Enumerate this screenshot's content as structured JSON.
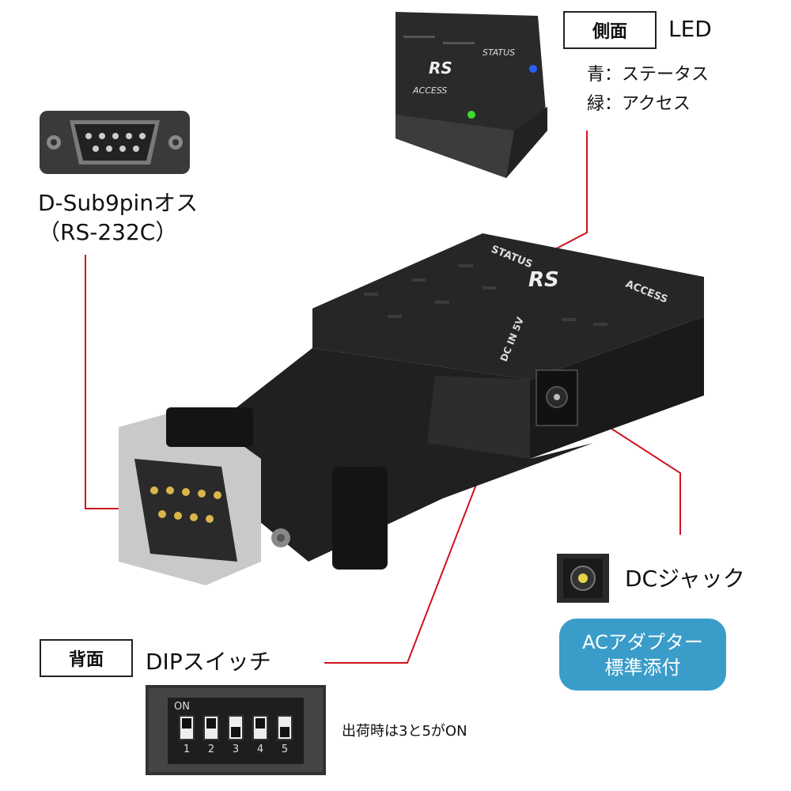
{
  "side_panel": {
    "tag": "側面",
    "title": "LED",
    "led_blue": "青：ステータス",
    "led_green": "緑：アクセス",
    "photo_status": "STATUS",
    "photo_access": "ACCESS",
    "logo": "RS"
  },
  "dsub": {
    "label_line1": "D-Sub9pinオス",
    "label_line2": "（RS-232C）"
  },
  "device": {
    "status_print": "STATUS",
    "access_print": "ACCESS",
    "dc_print": "DC IN 5V",
    "logo": "RS"
  },
  "dc_jack": {
    "label": "DCジャック"
  },
  "adapter_badge": {
    "line1": "ACアダプター",
    "line2": "標準添付",
    "color": "#3a9cc9"
  },
  "back_panel": {
    "tag": "背面",
    "title": "DIPスイッチ",
    "on_label": "ON",
    "switches": [
      {
        "num": "1",
        "on": false
      },
      {
        "num": "2",
        "on": false
      },
      {
        "num": "3",
        "on": true
      },
      {
        "num": "4",
        "on": false
      },
      {
        "num": "5",
        "on": true
      }
    ],
    "note": "出荷時は3と5がON"
  },
  "colors": {
    "leader_line": "#d0121b",
    "device_body": "#1c1c1c"
  }
}
